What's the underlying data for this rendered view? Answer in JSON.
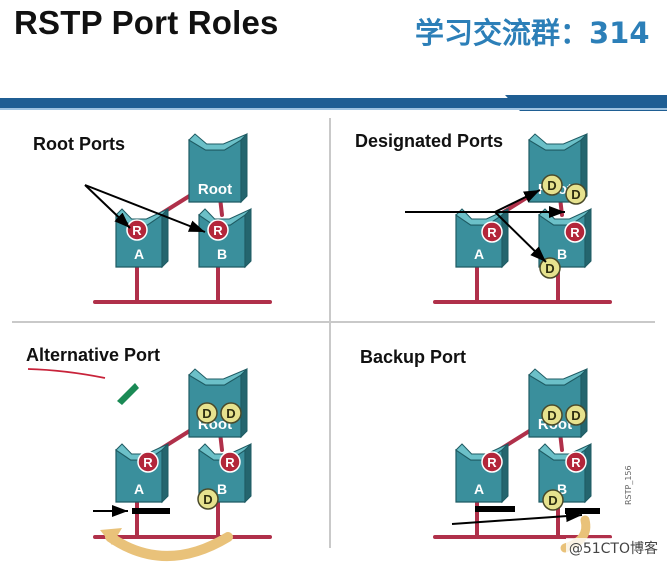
{
  "slide": {
    "title": "RSTP Port Roles",
    "group_text": "学习交流群：314",
    "watermark": "@51CTO博客",
    "slide_code": "RSTP_156",
    "accent_color": "#1f5e93"
  },
  "quadrants": [
    {
      "label": "Root Ports"
    },
    {
      "label": "Designated Ports"
    },
    {
      "label": "Alternative Port"
    },
    {
      "label": "Backup Port"
    }
  ],
  "switch_labels": {
    "root": "Root",
    "a": "A",
    "b": "B"
  },
  "port_markers": {
    "root_port": "R",
    "designated_port": "D"
  },
  "icons": [
    "switch-icon",
    "arrow-icon",
    "blocked-port-icon"
  ]
}
